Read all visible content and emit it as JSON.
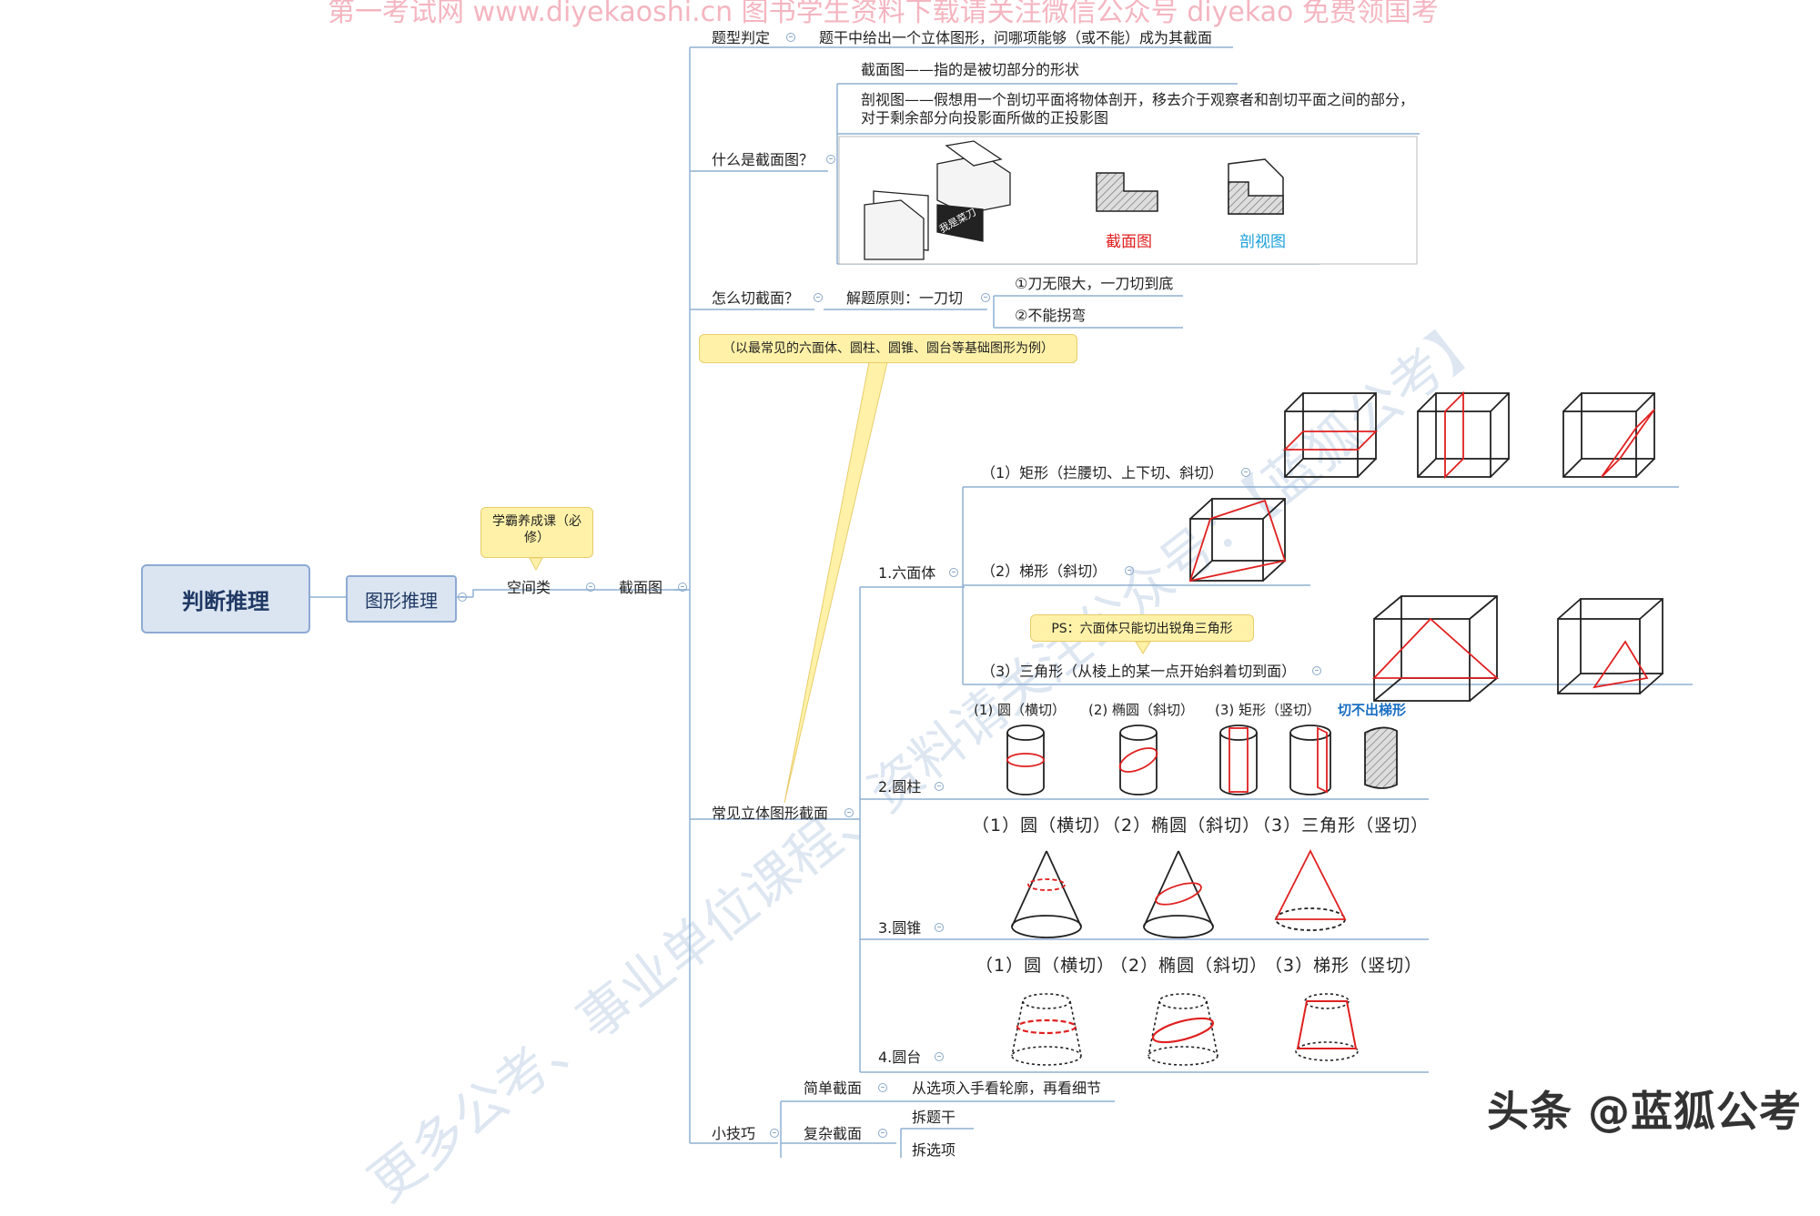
{
  "watermark_top": "第一考试网 www.diyekaoshi.cn 图书学生资料下载请关注微信公众号 diyekao 免费领国考",
  "watermark_diag": "更多公考、事业单位课程、资料请关注公众号：【蓝狐公考】",
  "brand": "头条 @蓝狐公考",
  "root": "判断推理",
  "level1": "图形推理",
  "level2": "空间类",
  "level2_callout": "学霸养成课（必修）",
  "level3": "截面图",
  "type_judge": {
    "label": "题型判定",
    "desc": "题干中给出一个立体图形，问哪项能够（或不能）成为其截面"
  },
  "what_is": {
    "label": "什么是截面图？",
    "def1": "截面图——指的是被切部分的形状",
    "def2": "剖视图——假想用一个剖切平面将物体剖开，移去介于观察者和剖切平面之间的部分，对于剩余部分向投影面所做的正投影图",
    "img_knife": "我是菜刀",
    "img_label_section": "截面图",
    "img_label_cut": "剖视图"
  },
  "how_cut": {
    "label": "怎么切截面？",
    "principle": "解题原则：一刀切",
    "rule1": "①刀无限大，一刀切到底",
    "rule2": "②不能拐弯"
  },
  "common": {
    "label": "常见立体图形截面",
    "callout": "（以最常见的六面体、圆柱、圆锥、圆台等基础图形为例）",
    "hexahedron": {
      "label": "1.六面体",
      "rect": "（1）矩形（拦腰切、上下切、斜切）",
      "trap": "（2）梯形（斜切）",
      "tri": "（3）三角形（从棱上的某一点开始斜着切到面）",
      "ps": "PS：六面体只能切出锐角三角形"
    },
    "cylinder": {
      "label": "2.圆柱",
      "items": [
        "(1) 圆（横切）",
        "(2) 椭圆（斜切）",
        "(3) 矩形（竖切）"
      ],
      "note": "切不出梯形"
    },
    "cone": {
      "label": "3.圆锥",
      "items": [
        "（1）圆（横切）",
        "（2）椭圆（斜切）",
        "（3）三角形（竖切）"
      ]
    },
    "frustum": {
      "label": "4.圆台",
      "items": [
        "（1）圆（横切）",
        "（2）椭圆（斜切）",
        "（3）梯形（竖切）"
      ]
    }
  },
  "tips": {
    "label": "小技巧",
    "simple": {
      "label": "简单截面",
      "desc": "从选项入手看轮廓，再看细节"
    },
    "complex": {
      "label": "复杂截面",
      "items": [
        "拆题干",
        "拆选项"
      ]
    }
  }
}
